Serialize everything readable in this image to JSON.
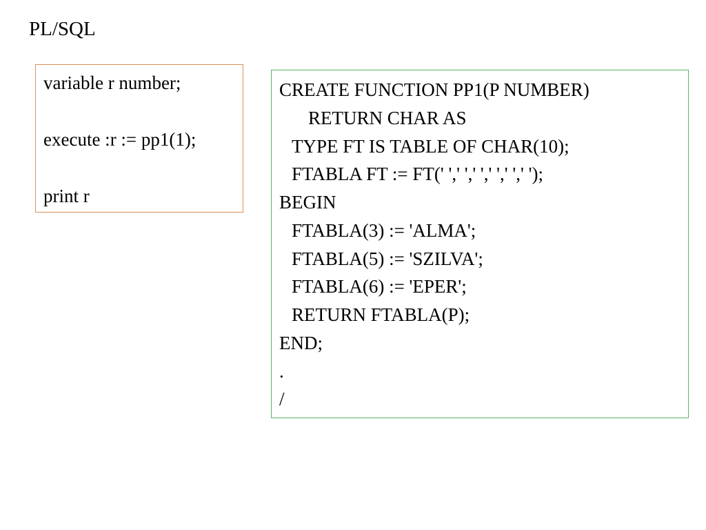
{
  "title": "PL/SQL",
  "left_box": {
    "lines": [
      "variable r number;",
      "execute :r := pp1(1);",
      "print r"
    ]
  },
  "right_box": {
    "lines": [
      "CREATE FUNCTION PP1(P NUMBER)",
      "RETURN CHAR AS",
      "TYPE FT IS TABLE OF CHAR(10);",
      "FTABLA FT := FT(' ',' ',' ',' ',' ',' ');",
      "BEGIN",
      "FTABLA(3) := 'ALMA';",
      "FTABLA(5) := 'SZILVA';",
      "FTABLA(6) := 'EPER';",
      "RETURN FTABLA(P);",
      "END;",
      ".",
      "/"
    ]
  },
  "colors": {
    "left_border": "#d9925a",
    "right_border": "#5cb35c"
  }
}
